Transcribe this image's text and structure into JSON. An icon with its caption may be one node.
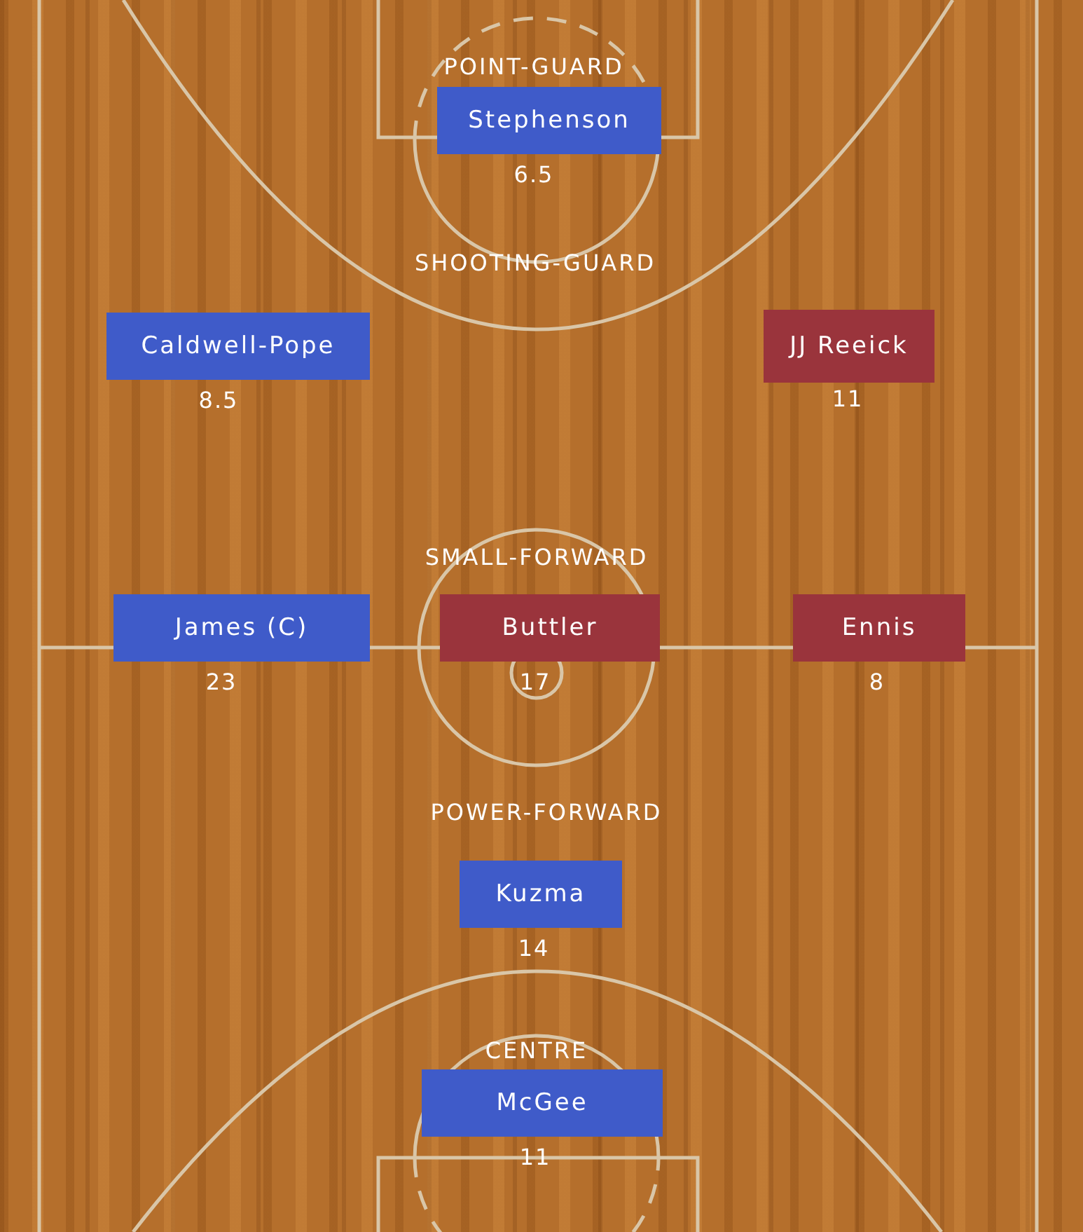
{
  "diagram": {
    "nodes": [
      {
        "text": [
          "Stephenson"
        ],
        "beside": [
          "6.5"
        ]
      },
      {
        "text": [
          "Caldwell-Pope"
        ],
        "beside": [
          "8.5"
        ]
      },
      {
        "text": [
          "JJ Reeick"
        ],
        "beside": [
          "11"
        ]
      },
      {
        "text": [
          "James (C)"
        ],
        "beside": [
          "23"
        ]
      },
      {
        "text": [
          "Buttler"
        ],
        "beside": [
          "17"
        ]
      },
      {
        "text": [
          "Ennis"
        ],
        "beside": [
          "8"
        ]
      },
      {
        "text": [
          "Kuzma"
        ],
        "beside": [
          "14"
        ]
      },
      {
        "text": [
          "McGee"
        ],
        "beside": [
          "11"
        ]
      }
    ],
    "labels": [
      "POINT-GUARD",
      "SHOOTING-GUARD",
      "SMALL-FORWARD",
      "POWER-FORWARD",
      "CENTRE"
    ]
  }
}
